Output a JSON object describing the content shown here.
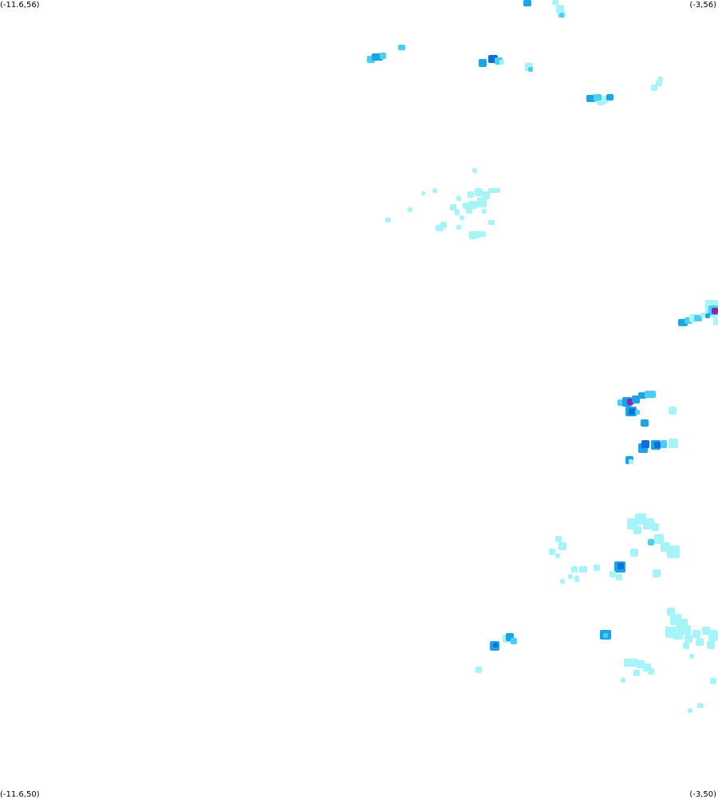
{
  "corners": {
    "top_left": "(-11.6,56)",
    "top_right": "(-3,56)",
    "bottom_left": "(-11.6,50)",
    "bottom_right": "(-3,50)"
  },
  "colors": {
    "background": "#ffffff",
    "level_1": "#a5f5f8",
    "level_2": "#46d0f3",
    "level_3": "#18a6ea",
    "level_4": "#0b6fdc",
    "level_5": "#9a1eb0"
  }
}
